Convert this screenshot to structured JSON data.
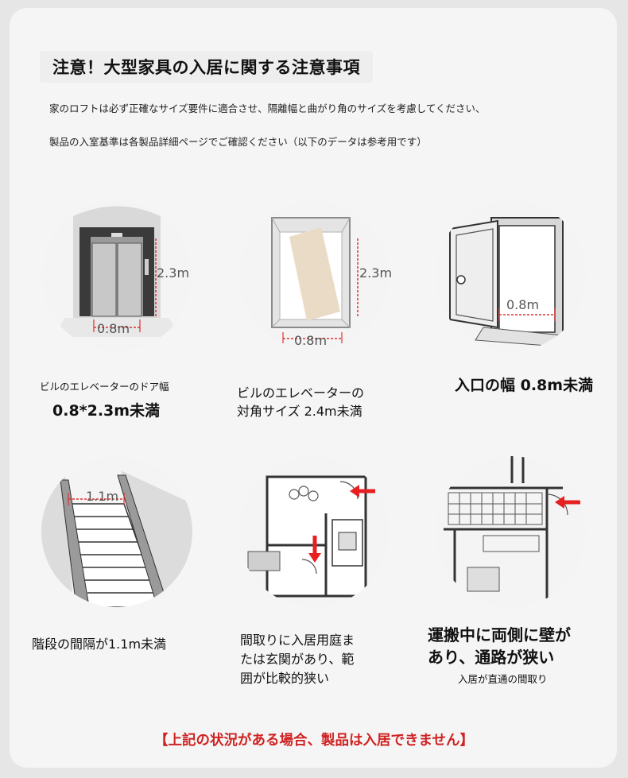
{
  "header": {
    "title": "注意！大型家具の入居に関する注意事項",
    "intro_line1": "家のロフトは必ず正確なサイズ要件に適合させ、隔離幅と曲がり角のサイズを考慮してください、",
    "intro_line2": "製品の入室基準は各製品詳細ページでご確認ください（以下のデータは参考用です）"
  },
  "items": [
    {
      "caption_small": "ビルのエレベーターのドア幅",
      "caption_main": "0.8*2.3m未満",
      "label_height": "2.3m",
      "label_width": "0.8m"
    },
    {
      "caption_line1": "ビルのエレベーターの",
      "caption_line2": "対角サイズ 2.4m未満",
      "label_height": "2.3m",
      "label_width": "0.8m"
    },
    {
      "caption_main": "入口の幅 0.8m未満",
      "label_width": "0.8m"
    },
    {
      "caption_main": "階段の間隔が1.1m未満",
      "label_width": "1.1m"
    },
    {
      "caption_line1": "間取りに入居用庭ま",
      "caption_line2": "たは玄関があり、範",
      "caption_line3": "囲が比較的狭い"
    },
    {
      "caption_line1": "運搬中に両側に壁が",
      "caption_line2": "あり、通路が狭い",
      "caption_small": "入居が直通の間取り"
    }
  ],
  "footer": {
    "warning": "【上記の状況がある場合、製品は入居できません】"
  },
  "colors": {
    "accent_red": "#d02222",
    "dimension_red": "#e03030"
  }
}
